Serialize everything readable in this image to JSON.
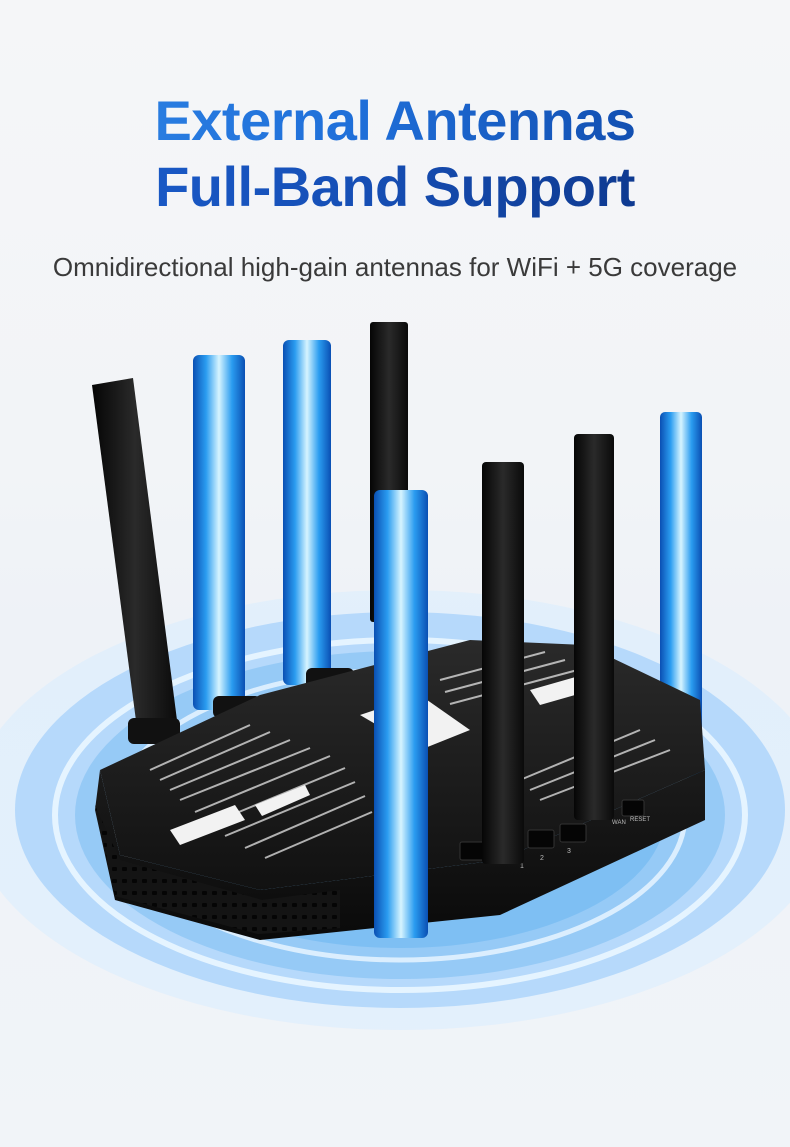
{
  "headline": {
    "line1": "External Antennas",
    "line2": "Full-Band Support"
  },
  "subtitle": "Omnidirectional high-gain antennas for WiFi + 5G coverage",
  "product": {
    "port_labels": [
      "1",
      "2",
      "3"
    ],
    "wan_label": "WAN",
    "reset_label": "RESET",
    "antenna_count": 8
  },
  "colors": {
    "headline_blue": "#1f6fd9",
    "headline_dark": "#0b3e9c",
    "signal_light": "#bfe2ff",
    "signal_mid": "#7fc3f5",
    "router_black": "#151515"
  }
}
